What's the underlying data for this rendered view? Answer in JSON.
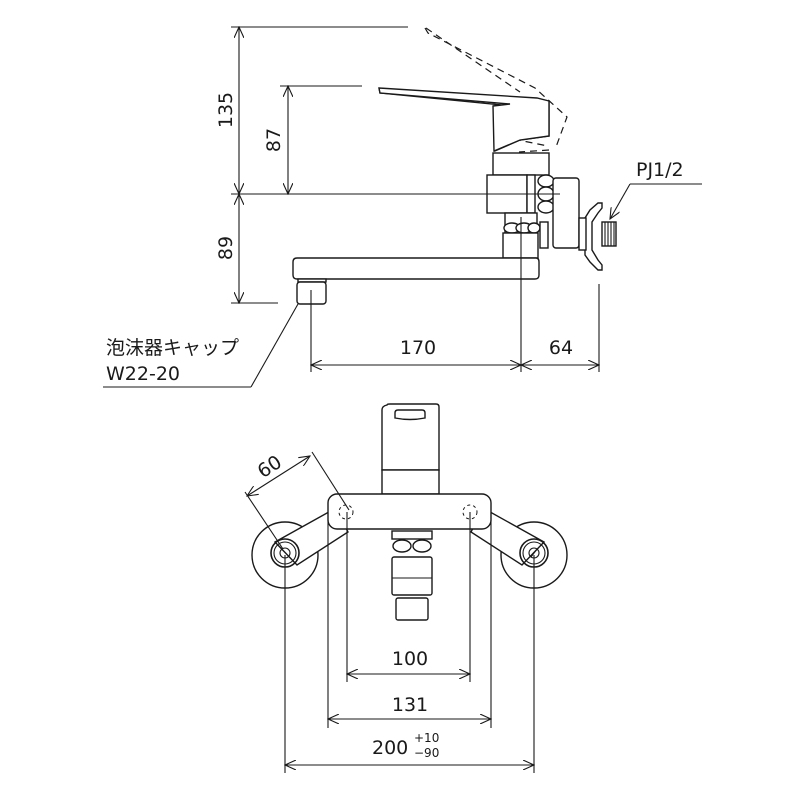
{
  "drawing": {
    "title": "Wall-mounted single lever faucet dimension drawing",
    "side_view": {
      "dimensions": {
        "total_height": "135",
        "lever_height": "87",
        "spout_height": "89",
        "spout_reach": "170",
        "wall_offset": "64"
      },
      "labels": {
        "connection": "PJ1/2",
        "aerator_name": "泡沫器キャップ",
        "aerator_code": "W22-20"
      }
    },
    "front_view": {
      "dimensions": {
        "eccentric_arm": "60",
        "inner_width": "100",
        "body_width": "131",
        "mount_pitch": "200",
        "mount_pitch_tol_plus": "+10",
        "mount_pitch_tol_minus": "−90"
      }
    }
  },
  "colors": {
    "line": "#1a1a1a",
    "background": "#ffffff"
  }
}
